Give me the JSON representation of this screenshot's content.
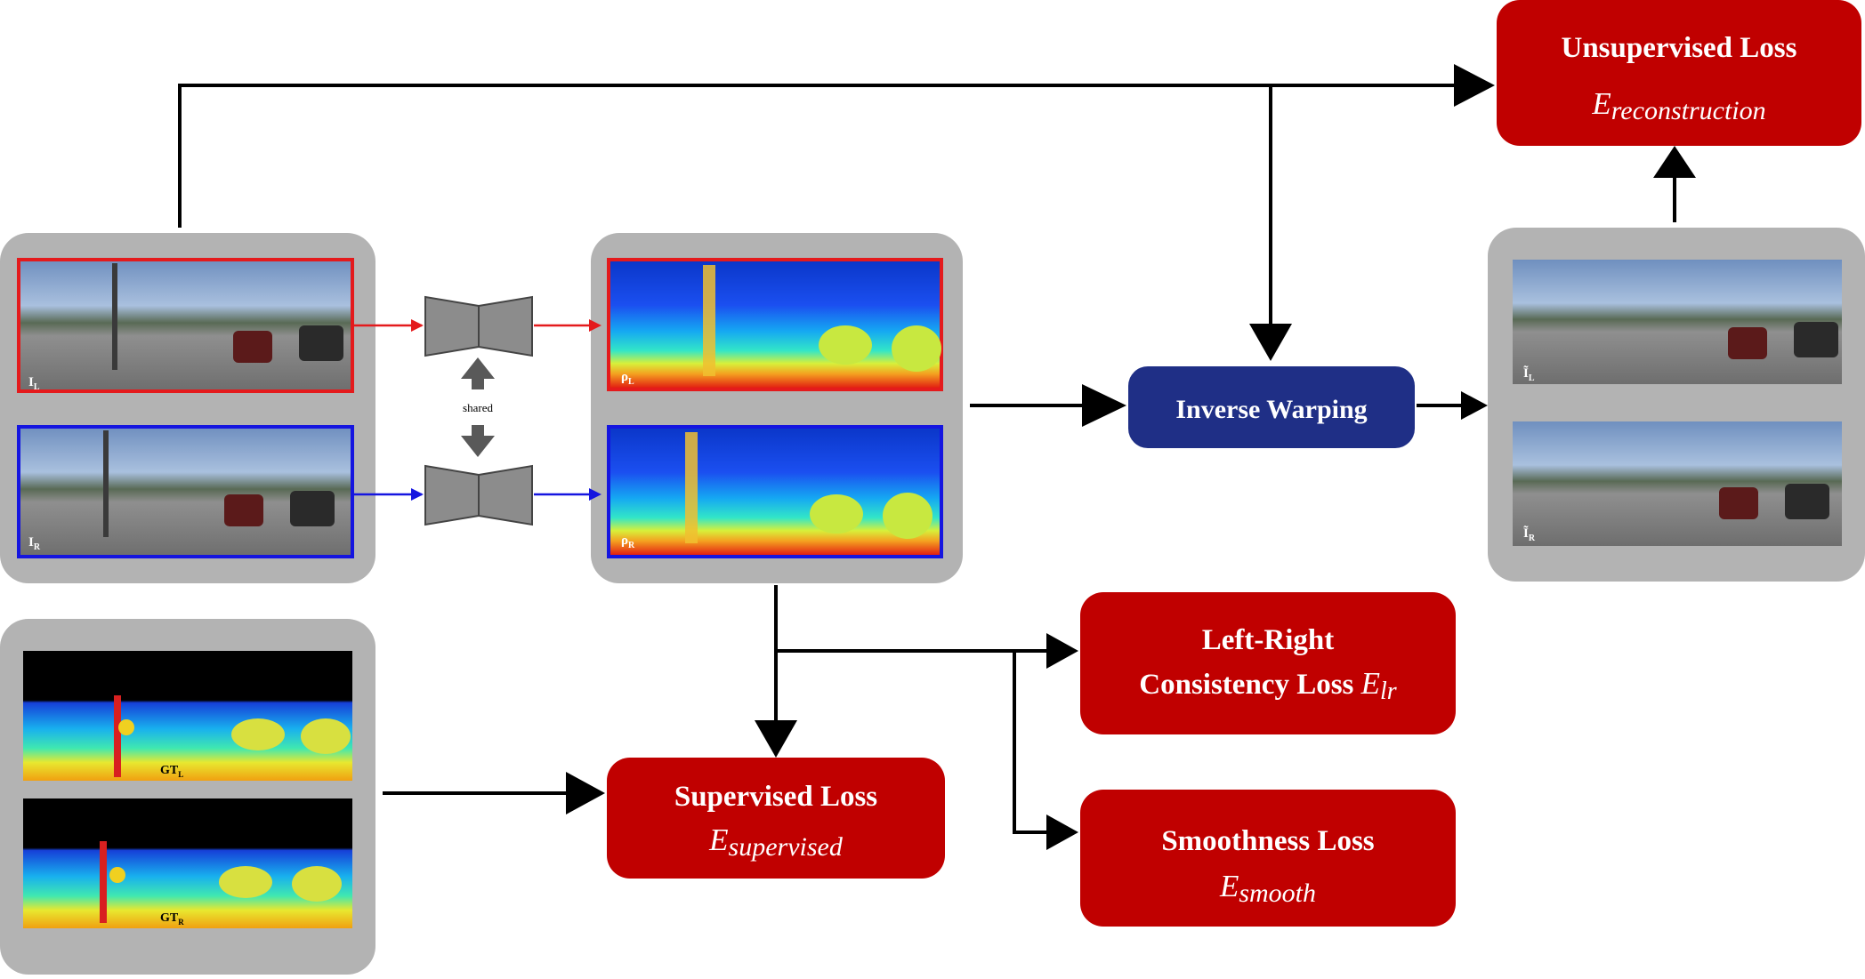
{
  "colors": {
    "loss_box": "#c00000",
    "warp_box": "#1f2f86",
    "panel": "#b3b3b3",
    "left_border": "#e41a1c",
    "right_border": "#1515e0",
    "arrow": "#000000"
  },
  "icons": {
    "encoder_decoder": "hourglass-network-icon",
    "shared_arrow": "double-arrow-icon"
  },
  "labels": {
    "unsupervised_title": "Unsupervised Loss",
    "unsupervised_math": "E",
    "unsupervised_sub": "reconstruction",
    "inverse_warping": "Inverse Warping",
    "lr_title_1": "Left-Right",
    "lr_title_2": "Consistency Loss",
    "lr_math": "E",
    "lr_sub": "lr",
    "supervised_title": "Supervised Loss",
    "supervised_math": "E",
    "supervised_sub": "supervised",
    "smooth_title": "Smoothness Loss",
    "smooth_math": "E",
    "smooth_sub": "smooth",
    "shared": "shared",
    "img_left": "I",
    "img_left_sub": "L",
    "img_right": "I",
    "img_right_sub": "R",
    "disp_left": "ρ",
    "disp_left_sub": "L",
    "disp_right": "ρ",
    "disp_right_sub": "R",
    "warp_left": "Ĩ",
    "warp_left_sub": "L",
    "warp_right": "Ĩ",
    "warp_right_sub": "R",
    "gt_left": "GT",
    "gt_left_sub": "L",
    "gt_right": "GT",
    "gt_right_sub": "R"
  }
}
